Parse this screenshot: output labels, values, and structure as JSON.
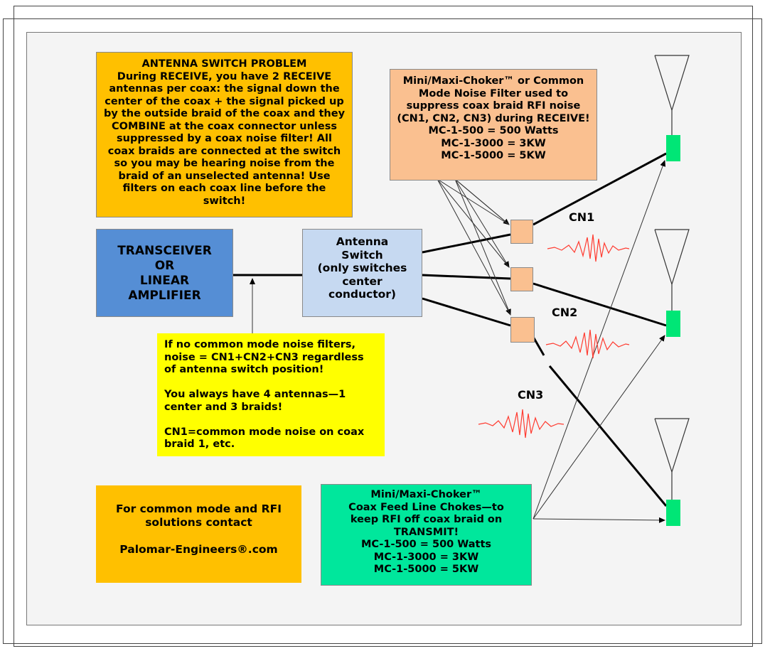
{
  "problem_box": {
    "text": "ANTENNA SWITCH PROBLEM\nDuring RECEIVE, you have 2 RECEIVE antennas per coax: the signal down the center of the coax + the signal picked up by the outside braid of the coax and they COMBINE at the coax connector unless suppressed by a coax noise filter!  All coax braids are connected at the switch so you may be hearing noise from the braid of an unselected antenna! Use filters on each coax line before the switch!",
    "color": "#ffc000"
  },
  "receive_filter_box": {
    "text": "Mini/Maxi-Choker™ or Common Mode Noise Filter used to suppress  coax braid RFI noise (CN1, CN2, CN3) during RECEIVE!\nMC-1-500 = 500 Watts\nMC-1-3000 = 3KW\nMC-1-5000 = 5KW",
    "color": "#fac090"
  },
  "transceiver_box": {
    "text": "TRANSCEIVER\nOR\nLINEAR\nAMPLIFIER",
    "color": "#558ed5"
  },
  "switch_box": {
    "text": "Antenna\nSwitch\n(only switches center conductor)",
    "color": "#c6d9f1"
  },
  "note_box": {
    "text": "If no common mode noise filters, noise = CN1+CN2+CN3 regardless of antenna switch position!\n\nYou always have 4 antennas—1 center and 3 braids!\n\nCN1=common mode noise on coax braid 1, etc.",
    "color": "#ffff00"
  },
  "contact_box": {
    "text": "For common mode and RFI solutions contact\n\nPalomar-Engineers®.com",
    "color": "#ffc000"
  },
  "transmit_choke_box": {
    "text": "Mini/Maxi-Choker™\nCoax Feed Line Chokes—to keep RFI off coax braid on TRANSMIT!\nMC-1-500 = 500 Watts\nMC-1-3000 = 3KW\nMC-1-5000 = 5KW",
    "color": "#00e79c"
  },
  "noise_labels": {
    "cn1": "CN1",
    "cn2": "CN2",
    "cn3": "CN3"
  },
  "colors": {
    "filter": "#fac090",
    "antenna_feed": "#00e676",
    "noise": "#ff3b30"
  }
}
